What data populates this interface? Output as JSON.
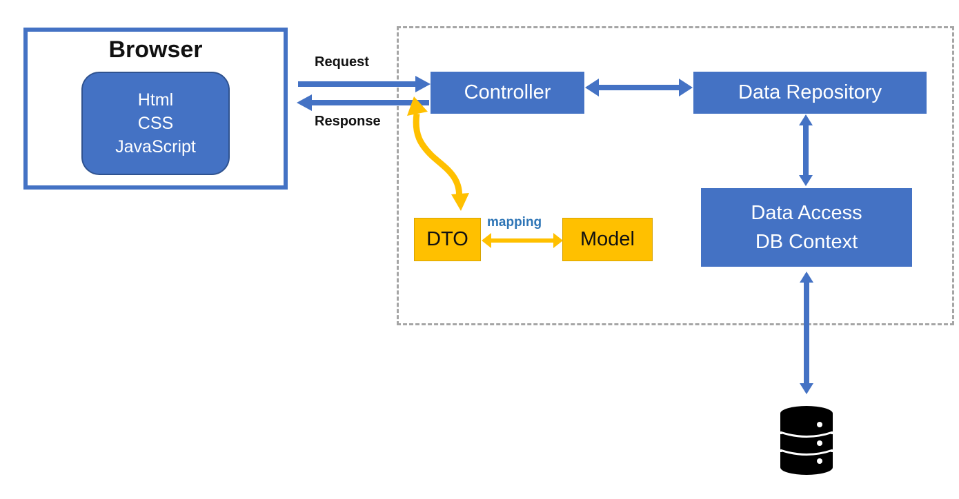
{
  "browser": {
    "title": "Browser",
    "tech": [
      "Html",
      "CSS",
      "JavaScript"
    ]
  },
  "labels": {
    "request": "Request",
    "response": "Response",
    "mapping": "mapping"
  },
  "nodes": {
    "controller": "Controller",
    "repository": "Data Repository",
    "data_access_line1": "Data Access",
    "data_access_line2": "DB Context",
    "dto": "DTO",
    "model": "Model",
    "database_icon": "database-icon"
  },
  "colors": {
    "blue": "#4472C4",
    "yellow": "#FFC000",
    "boundary": "#A5A5A5",
    "mapping_text": "#2E75B6"
  }
}
